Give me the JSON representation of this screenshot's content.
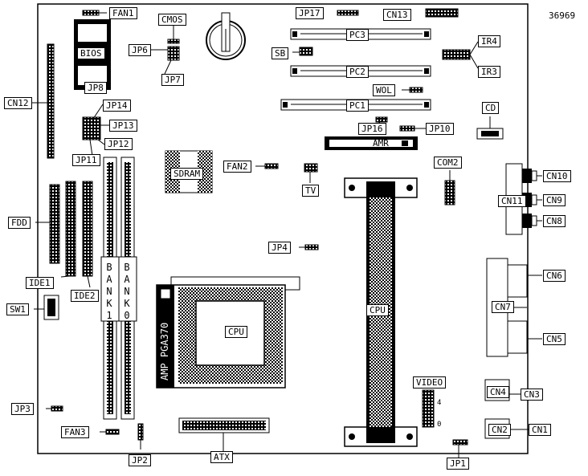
{
  "diagram_id": "36969",
  "labels": {
    "fan1": "FAN1",
    "cmos": "CMOS",
    "jp17": "JP17",
    "cn13": "CN13",
    "bios": "BIOS",
    "jp6": "JP6",
    "jp7": "JP7",
    "jp8": "JP8",
    "pc3": "PC3",
    "sb": "SB",
    "ir4": "IR4",
    "ir3": "IR3",
    "pc2": "PC2",
    "wol": "WOL",
    "cn12": "CN12",
    "jp14": "JP14",
    "jp13": "JP13",
    "jp12": "JP12",
    "jp11": "JP11",
    "pc1": "PC1",
    "jp16": "JP16",
    "jp10": "JP10",
    "cd": "CD",
    "amr": "AMR",
    "fan2": "FAN2",
    "sdram": "SDRAM",
    "tv": "TV",
    "com2": "COM2",
    "cn10": "CN10",
    "cn11": "CN11",
    "cn9": "CN9",
    "cn8": "CN8",
    "fdd": "FDD",
    "jp4": "JP4",
    "ide1": "IDE1",
    "ide2": "IDE2",
    "bank1": "BANK1",
    "bank0": "BANK0",
    "cn6": "CN6",
    "cn7": "CN7",
    "sw1": "SW1",
    "cpu_socket": "CPU",
    "socket_name": "AMP PGA370",
    "cpu_slot": "CPU",
    "cn5": "CN5",
    "video": "VIDEO",
    "video_pin_top": "4",
    "video_pin_bottom": "0",
    "cn4": "CN4",
    "cn3": "CN3",
    "jp3": "JP3",
    "fan3": "FAN3",
    "cn2": "CN2",
    "cn1": "CN1",
    "jp2": "JP2",
    "atx": "ATX",
    "jp1": "JP1"
  }
}
